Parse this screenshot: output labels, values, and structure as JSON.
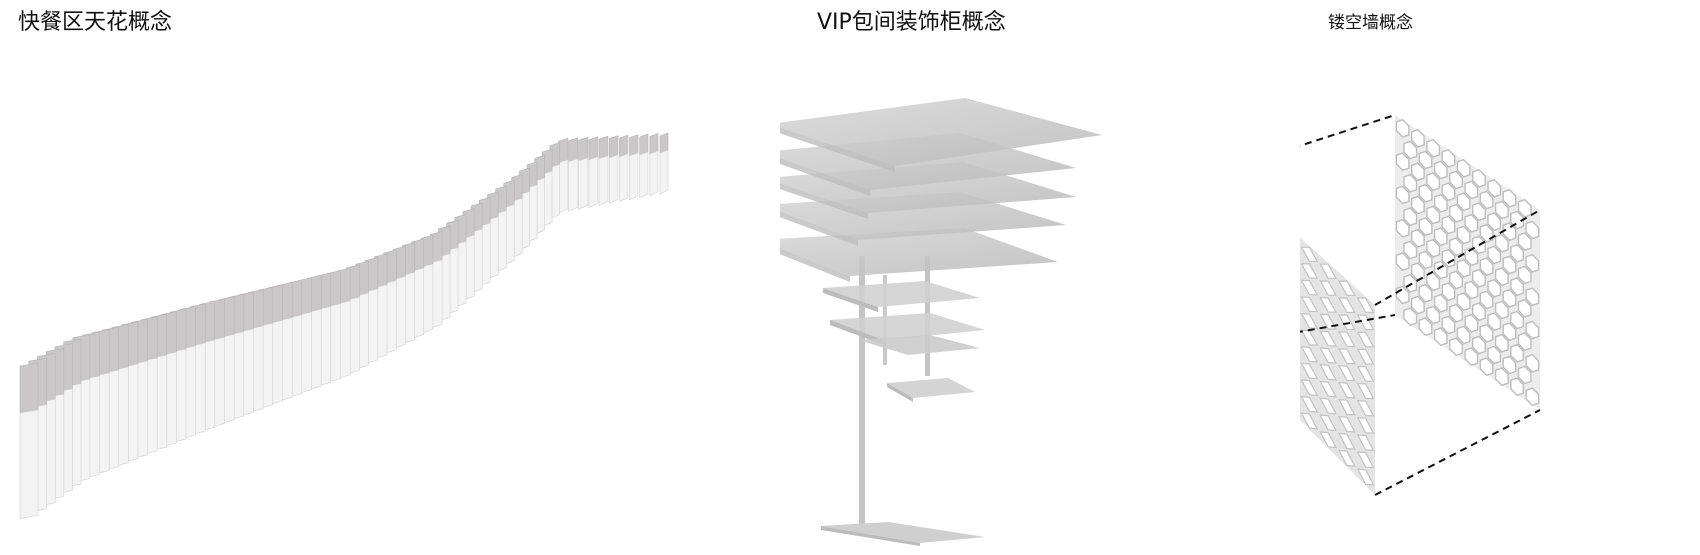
{
  "panels": [
    {
      "title": "快餐区天花概念"
    },
    {
      "title": "VIP包间装饰柜概念"
    },
    {
      "title": "镂空墙概念"
    }
  ],
  "colors": {
    "background": "#ffffff",
    "title_text": "#111111",
    "ceiling_fin_light": "#f3f3f3",
    "ceiling_fin_shadow": "#c9c7c7",
    "cabinet_panel": "#c8c8c8",
    "cabinet_post": "#c4c4c4",
    "lattice": "#dcdcdc",
    "dashed_edge": "#111111"
  }
}
